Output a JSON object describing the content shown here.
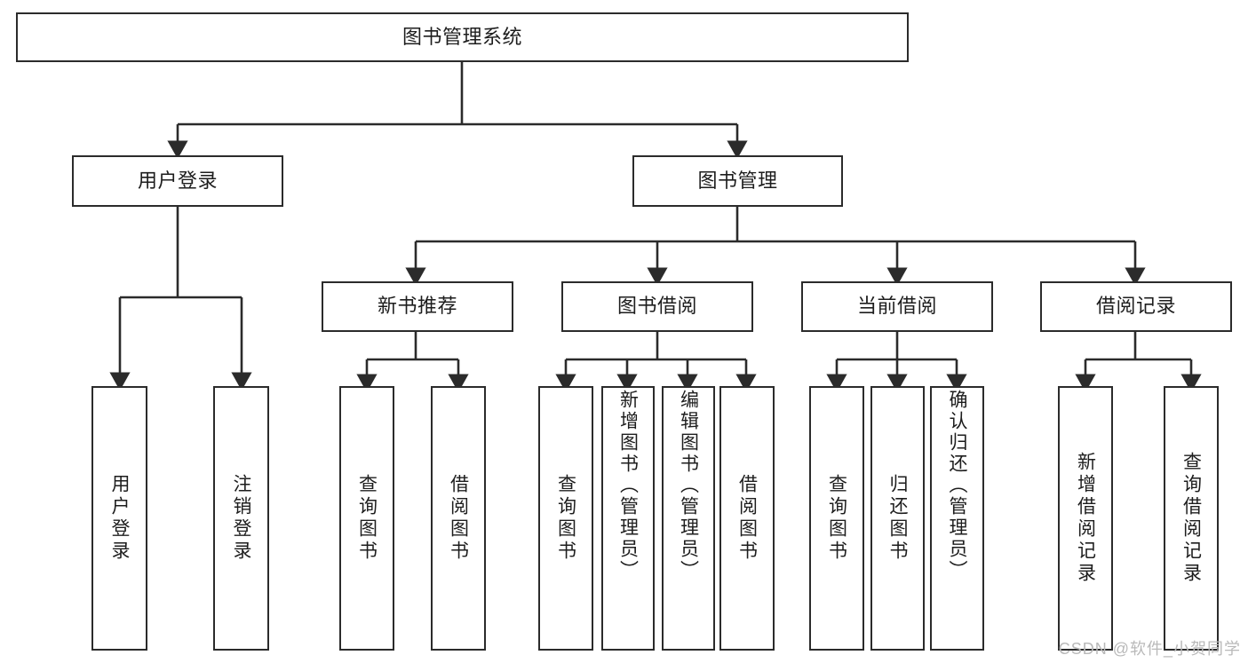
{
  "diagram": {
    "title": "图书管理系统",
    "type": "tree-hierarchy-chart",
    "root": {
      "label": "图书管理系统"
    },
    "level2": [
      {
        "label": "用户登录"
      },
      {
        "label": "图书管理"
      }
    ],
    "level3": [
      {
        "label": "新书推荐"
      },
      {
        "label": "图书借阅"
      },
      {
        "label": "当前借阅"
      },
      {
        "label": "借阅记录"
      }
    ],
    "leaves": {
      "user_login": [
        {
          "label": "用户登录"
        },
        {
          "label": "注销登录"
        }
      ],
      "new_book_recommend": [
        {
          "label": "查询图书"
        },
        {
          "label": "借阅图书"
        }
      ],
      "book_borrow": [
        {
          "label": "查询图书"
        },
        {
          "label": "新增图书（管理员）"
        },
        {
          "label": "编辑图书（管理员）"
        },
        {
          "label": "借阅图书"
        }
      ],
      "current_borrow": [
        {
          "label": "查询图书"
        },
        {
          "label": "归还图书"
        },
        {
          "label": "确认归还（管理员）"
        }
      ],
      "borrow_record": [
        {
          "label": "新增借阅记录"
        },
        {
          "label": "查询借阅记录"
        }
      ]
    }
  },
  "watermark": {
    "text": "CSDN @软件_小贺同学"
  },
  "colors": {
    "border": "#2b2b2b",
    "text": "#1d1d1d",
    "background": "#ffffff",
    "watermark": "#b9b9b9"
  }
}
